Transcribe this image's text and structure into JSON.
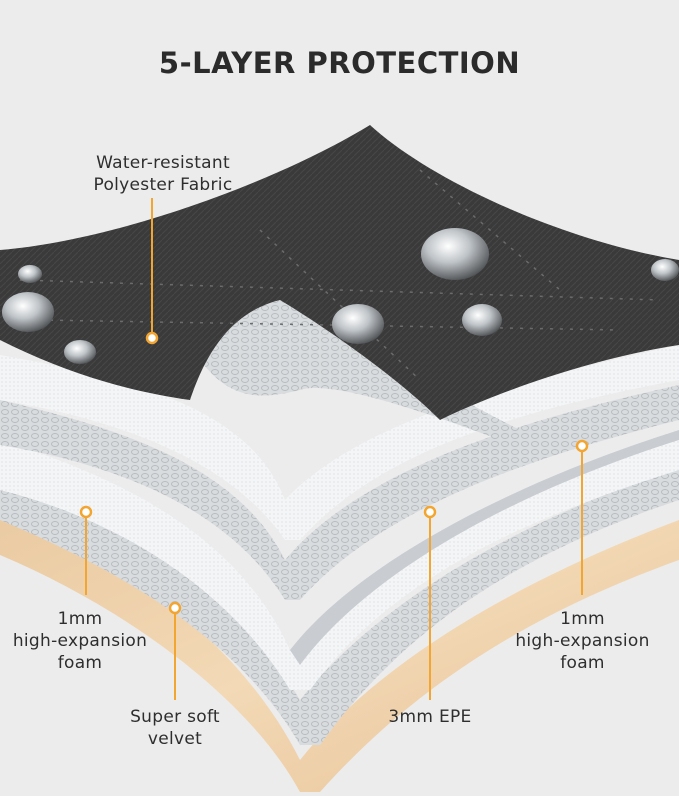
{
  "title": "5-LAYER PROTECTION",
  "accent_color": "#f2a531",
  "layers": [
    {
      "lines": [
        "Water-resistant",
        "Polyester Fabric"
      ]
    },
    {
      "lines": [
        "1mm",
        "high-expansion",
        "foam"
      ]
    },
    {
      "lines": [
        "1mm",
        "high-expansion",
        "foam"
      ]
    },
    {
      "lines": [
        "Super soft",
        "velvet"
      ]
    },
    {
      "lines": [
        "3mm EPE"
      ]
    }
  ]
}
